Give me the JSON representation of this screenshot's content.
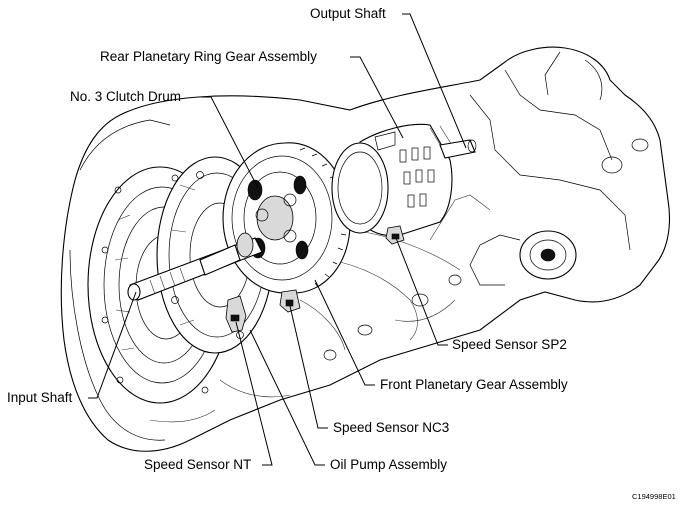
{
  "labels": {
    "output_shaft": "Output Shaft",
    "rear_planetary_ring_gear": "Rear Planetary Ring Gear Assembly",
    "no3_clutch_drum": "No. 3 Clutch Drum",
    "input_shaft": "Input Shaft",
    "speed_sensor_sp2": "Speed Sensor SP2",
    "front_planetary_gear": "Front Planetary Gear Assembly",
    "speed_sensor_nc3": "Speed Sensor NC3",
    "speed_sensor_nt": "Speed Sensor NT",
    "oil_pump_assembly": "Oil Pump Assembly"
  },
  "figure_code": "C194998E01"
}
